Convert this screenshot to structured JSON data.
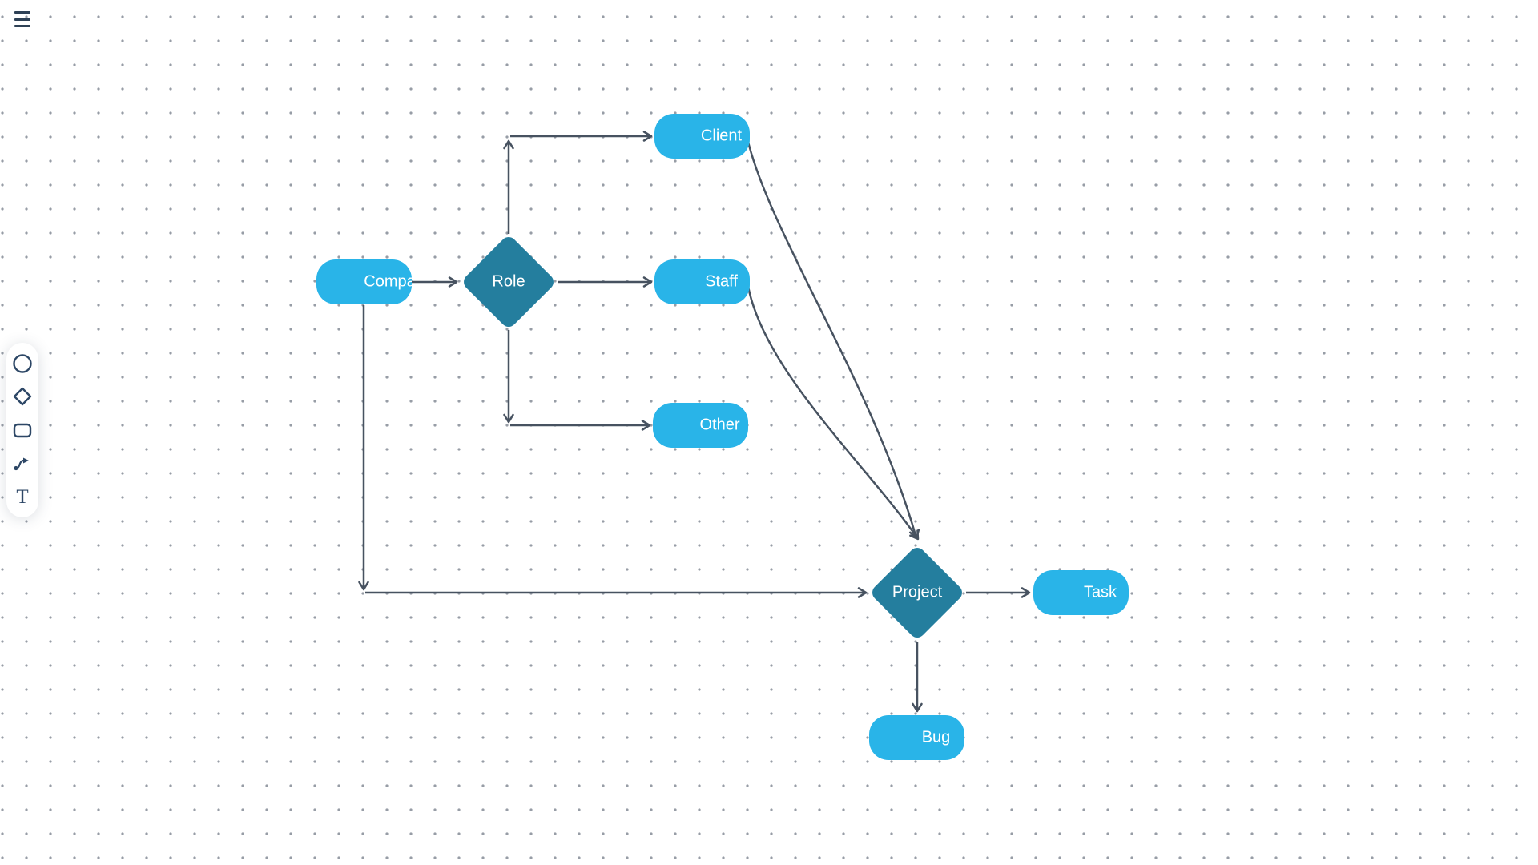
{
  "app": {
    "menu": {
      "icon": "hamburger-menu-icon"
    },
    "toolbar": {
      "tools": [
        {
          "name": "ellipse-tool",
          "icon": "circle-icon"
        },
        {
          "name": "diamond-tool",
          "icon": "diamond-icon"
        },
        {
          "name": "rectangle-tool",
          "icon": "rounded-rectangle-icon"
        },
        {
          "name": "connector-tool",
          "icon": "connector-arrow-icon"
        },
        {
          "name": "text-tool",
          "icon": "text-icon",
          "glyph": "T"
        }
      ]
    }
  },
  "colors": {
    "rect_node_fill": "#29b4e8",
    "diamond_node_fill": "#247e9e",
    "node_text": "#ffffff",
    "edge_stroke": "#475260",
    "toolbar_icon": "#2d4766",
    "hamburger_icon": "#2e4156",
    "grid_dot": "#979da6",
    "canvas_background": "#ffffff"
  },
  "diagram": {
    "nodes": [
      {
        "id": "company",
        "label": "Compa",
        "shape": "rounded-rect"
      },
      {
        "id": "role",
        "label": "Role",
        "shape": "diamond"
      },
      {
        "id": "client",
        "label": "Client",
        "shape": "rounded-rect"
      },
      {
        "id": "staff",
        "label": "Staff",
        "shape": "rounded-rect"
      },
      {
        "id": "other",
        "label": "Other",
        "shape": "rounded-rect"
      },
      {
        "id": "project",
        "label": "Project",
        "shape": "diamond"
      },
      {
        "id": "task",
        "label": "Task",
        "shape": "rounded-rect"
      },
      {
        "id": "bug",
        "label": "Bug",
        "shape": "rounded-rect"
      }
    ],
    "edges": [
      {
        "from": "Compa",
        "to": "Role",
        "style": "straight-arrow"
      },
      {
        "from": "Role",
        "to": "Client",
        "style": "elbow-arrow"
      },
      {
        "from": "Role",
        "to": "Staff",
        "style": "straight-arrow"
      },
      {
        "from": "Role",
        "to": "Other",
        "style": "elbow-arrow"
      },
      {
        "from": "Compa",
        "to": "Project",
        "style": "elbow-arrow"
      },
      {
        "from": "Client",
        "to": "Project",
        "style": "curved-arrow"
      },
      {
        "from": "Staff",
        "to": "Project",
        "style": "curved-arrow"
      },
      {
        "from": "Project",
        "to": "Task",
        "style": "straight-arrow"
      },
      {
        "from": "Project",
        "to": "Bug",
        "style": "straight-arrow"
      }
    ]
  }
}
